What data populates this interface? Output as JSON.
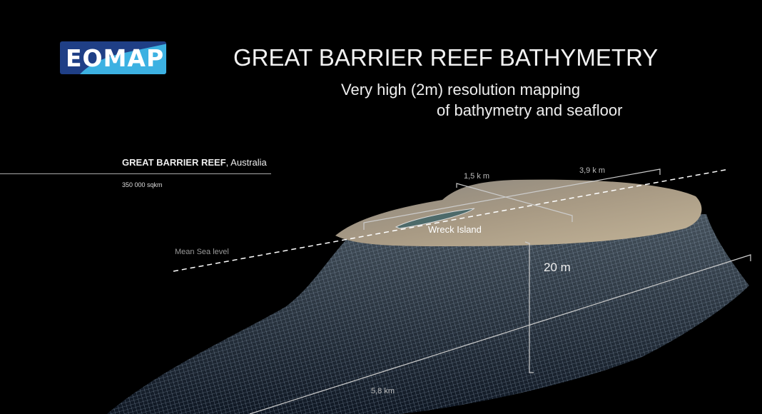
{
  "logo": {
    "text": "EOMAP",
    "colors": {
      "dark": "#1f3f86",
      "light": "#3cb1e2"
    }
  },
  "title": "GREAT BARRIER REEF BATHYMETRY",
  "subtitle_line1": "Very high (2m) resolution mapping",
  "subtitle_line2": "of bathymetry and seafloor",
  "location": {
    "name": "GREAT BARRIER REEF",
    "country": ", Australia",
    "area": "350 000 sqkm"
  },
  "annotations": {
    "mean_sea_level": "Mean Sea level",
    "width_short": "1,5 k m",
    "width_long": "3,9 k m",
    "island": "Wreck Island",
    "depth": "20 m",
    "length": "5,8 km"
  }
}
